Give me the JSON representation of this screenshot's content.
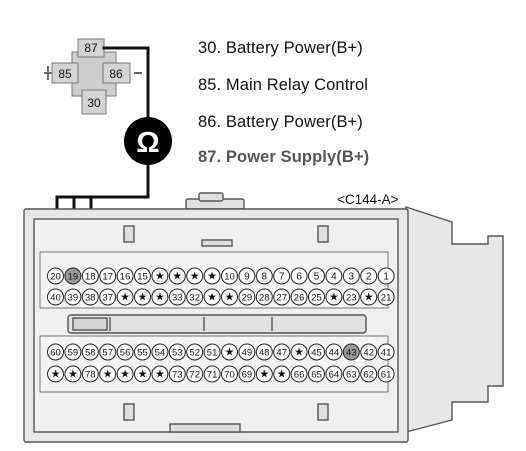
{
  "relay": {
    "pin_top": "87",
    "pin_left": "85",
    "pin_right": "86",
    "pin_bottom": "30"
  },
  "meter": {
    "symbol": "Ω"
  },
  "legend": [
    "30. Battery Power(B+)",
    "85. Main Relay Control",
    "86. Battery Power(B+)",
    "87. Power Supply(B+)"
  ],
  "connector": {
    "name": "<C144-A>",
    "rows": [
      [
        "20",
        "19",
        "18",
        "17",
        "16",
        "15",
        "★",
        "★",
        "★",
        "★",
        "10",
        "9",
        "8",
        "7",
        "6",
        "5",
        "4",
        "3",
        "2",
        "1"
      ],
      [
        "40",
        "39",
        "38",
        "37",
        "★",
        "★",
        "★",
        "33",
        "32",
        "★",
        "★",
        "29",
        "28",
        "27",
        "26",
        "25",
        "★",
        "23",
        "★",
        "21"
      ],
      [
        "60",
        "59",
        "58",
        "57",
        "56",
        "55",
        "54",
        "53",
        "52",
        "51",
        "★",
        "49",
        "48",
        "47",
        "★",
        "45",
        "44",
        "43",
        "42",
        "41"
      ],
      [
        "★",
        "★",
        "78",
        "★",
        "★",
        "★",
        "★",
        "73",
        "72",
        "71",
        "70",
        "69",
        "★",
        "★",
        "66",
        "65",
        "64",
        "63",
        "62",
        "61"
      ]
    ],
    "shaded_pins": [
      "19",
      "43"
    ]
  },
  "colors": {
    "connector_fill": "#e8e8e8",
    "wire": "#111111",
    "meter": "#000000",
    "relay_fill": "#d4d4d4"
  }
}
